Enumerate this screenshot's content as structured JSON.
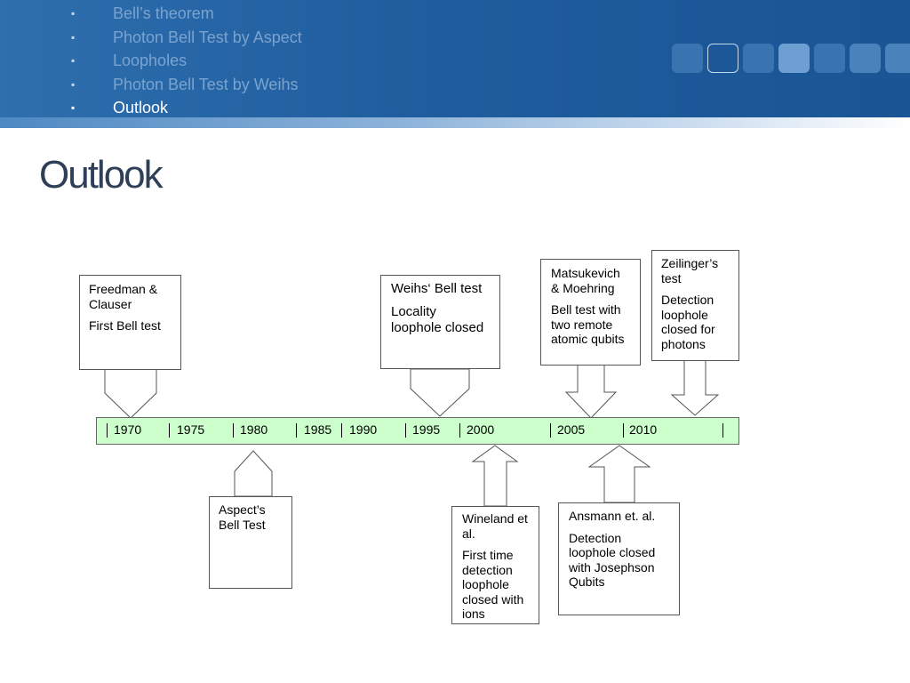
{
  "header": {
    "agenda": [
      {
        "label": "Bell’s theorem",
        "current": false
      },
      {
        "label": "Photon Bell Test by Aspect",
        "current": false
      },
      {
        "label": "Loopholes",
        "current": false
      },
      {
        "label": "Photon Bell Test by Weihs",
        "current": false
      },
      {
        "label": "Outlook",
        "current": true
      }
    ]
  },
  "slide": {
    "title": "Outlook"
  },
  "timeline": {
    "years": [
      "1970",
      "1975",
      "1980",
      "1985",
      "1990",
      "1995",
      "2000",
      "2005",
      "2010"
    ]
  },
  "events": [
    {
      "name": "Freedman & Clauser",
      "desc": "First Bell test",
      "year": 1972
    },
    {
      "name": "Aspect’s Bell Test",
      "desc": "",
      "year": 1982
    },
    {
      "name": "Weihs‘ Bell test",
      "desc": "Locality loophole closed",
      "year": 1998
    },
    {
      "name": "Wineland et al.",
      "desc": "First time detection loophole closed with ions",
      "year": 2001
    },
    {
      "name": "Matsukevich & Moehring",
      "desc": "Bell test with two remote atomic qubits",
      "year": 2008
    },
    {
      "name": "Ansmann et. al.",
      "desc": "Detection loophole closed with Josephson Qubits",
      "year": 2009
    },
    {
      "name": "Zeilinger’s test",
      "desc": "Detection loophole closed for photons",
      "year": 2013
    }
  ],
  "colors": {
    "header": "#1f5d9e",
    "timeline_fill": "#ccffcc",
    "title": "#2e3f57"
  }
}
